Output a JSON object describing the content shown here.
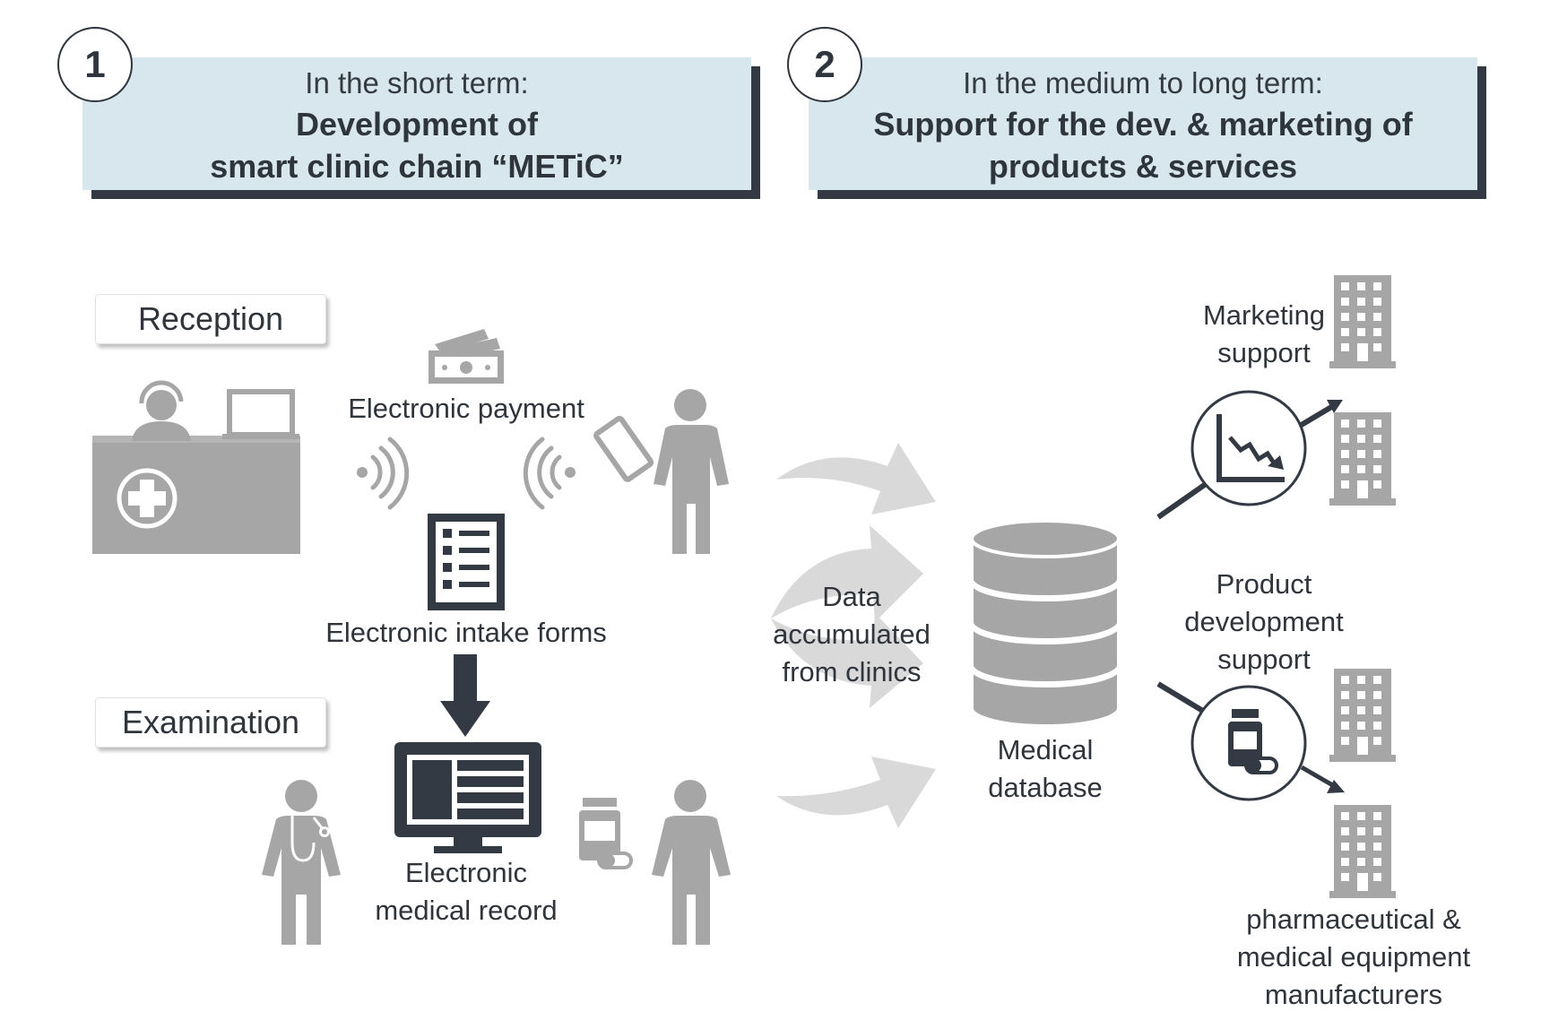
{
  "header": {
    "short": {
      "number": "1",
      "subtitle": "In the short term:",
      "title_line1": "Development of",
      "title_line2": "smart clinic chain “METiC”"
    },
    "long": {
      "number": "2",
      "subtitle": "In the medium to long term:",
      "title_line1": "Support for the dev. & marketing of",
      "title_line2": "products & services"
    }
  },
  "sections": {
    "reception": "Reception",
    "examination": "Examination"
  },
  "labels": {
    "payment": "Electronic payment",
    "intake": "Electronic intake forms",
    "emr_line1": "Electronic",
    "emr_line2": "medical record",
    "data_line1": "Data",
    "data_line2": "accumulated",
    "data_line3": "from clinics",
    "db_line1": "Medical",
    "db_line2": "database",
    "marketing_line1": "Marketing",
    "marketing_line2": "support",
    "product_line1": "Product",
    "product_line2": "development",
    "product_line3": "support",
    "manuf_line1": "pharmaceutical &",
    "manuf_line2": "medical equipment",
    "manuf_line3": "manufacturers"
  },
  "colors": {
    "panel": "#d8e7ee",
    "dark": "#333a44",
    "icon_gray": "#a6a6a6",
    "arrow_light": "#d9d9d9"
  }
}
